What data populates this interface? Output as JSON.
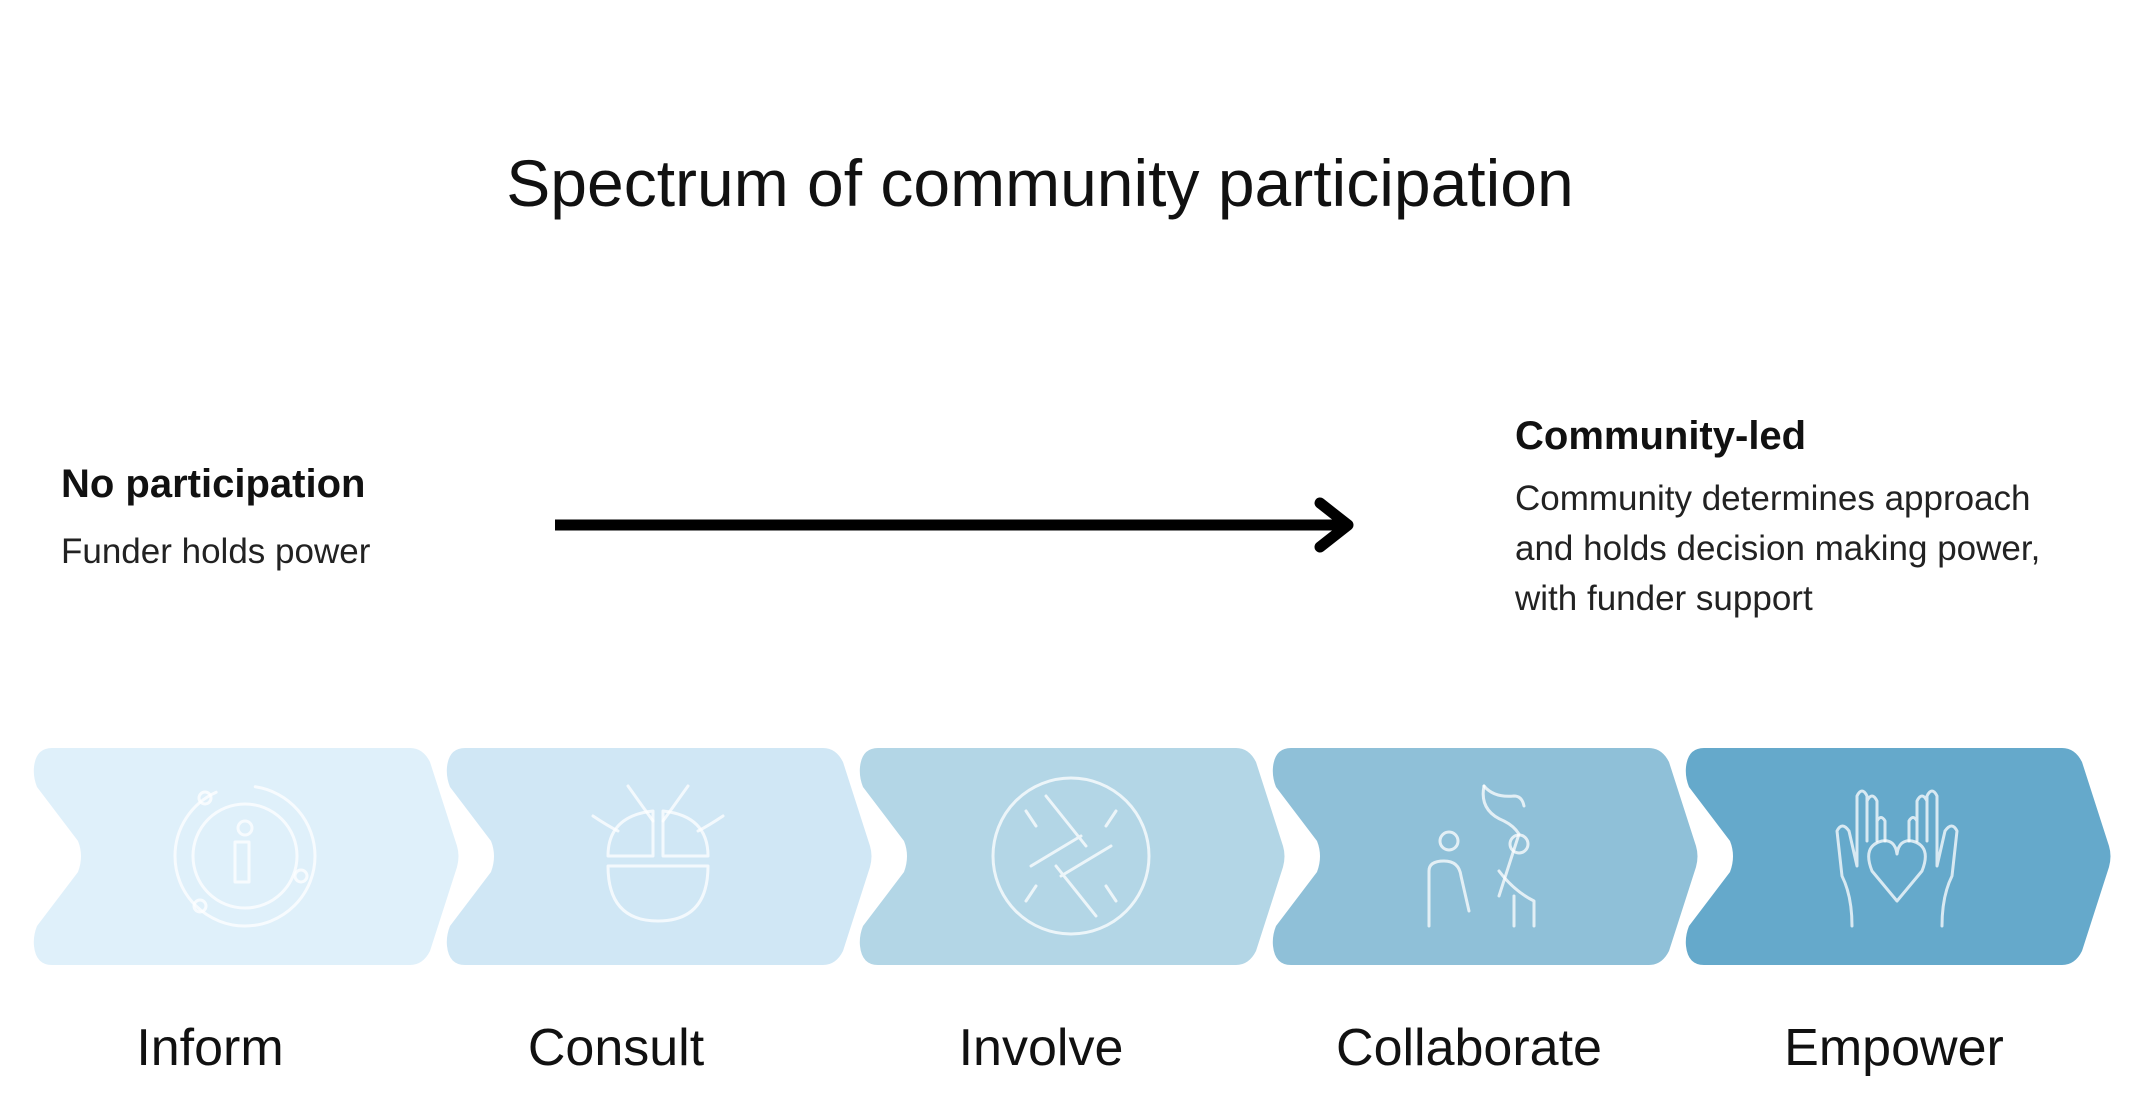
{
  "title": "Spectrum of community participation",
  "left": {
    "heading": "No participation",
    "subtext": "Funder holds power"
  },
  "right": {
    "heading": "Community-led",
    "lines": [
      "Community determines approach",
      "and holds decision making power,",
      "with funder support"
    ]
  },
  "stages": [
    {
      "label": "Inform",
      "icon": "info-icon",
      "color": "#dff0fa"
    },
    {
      "label": "Consult",
      "icon": "brain-hands-icon",
      "color": "#d0e7f5"
    },
    {
      "label": "Involve",
      "icon": "joined-hands-icon",
      "color": "#b3d6e6"
    },
    {
      "label": "Collaborate",
      "icon": "people-flag-icon",
      "color": "#8fc0d8"
    },
    {
      "label": "Empower",
      "icon": "hands-heart-icon",
      "color": "#65a9cb"
    }
  ]
}
